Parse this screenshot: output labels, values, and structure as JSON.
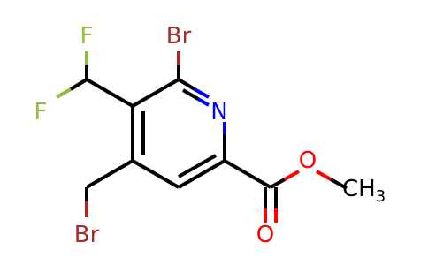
{
  "molecule": {
    "atoms": {
      "br_ring": "Br",
      "n_ring": "N",
      "f_top": "F",
      "f_left": "F",
      "br_methyl": "Br",
      "o_ether": "O",
      "o_carbonyl": "O",
      "methyl_c": "CH",
      "methyl_sub": "3"
    }
  },
  "colors": {
    "bond": "#000000",
    "bromine": "#a52a2a",
    "nitrogen": "#0000ff",
    "fluorine": "#8fbc3f",
    "oxygen": "#ff0000",
    "carbon": "#000000"
  }
}
